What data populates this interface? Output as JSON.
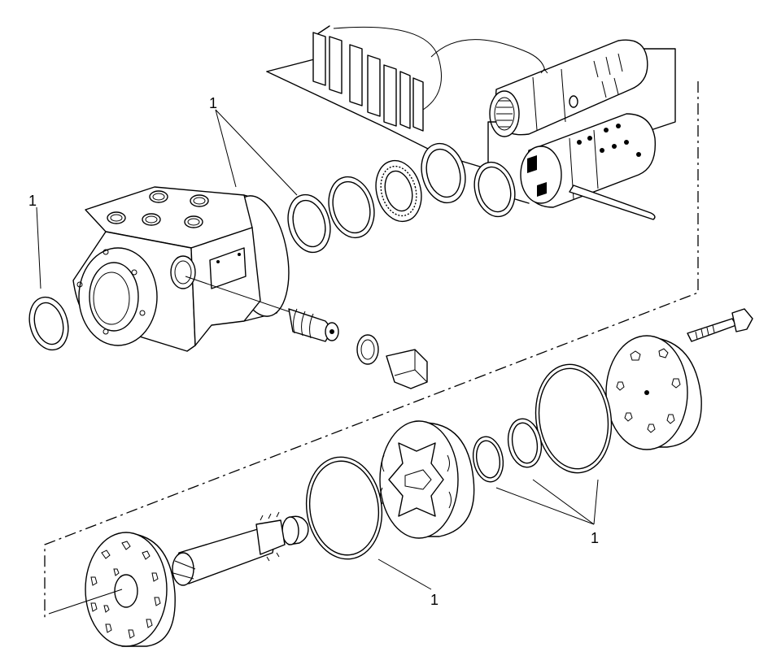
{
  "callouts": {
    "left_seal": "1",
    "upper_seals": "1",
    "right_seals": "1",
    "lower_ring": "1"
  },
  "colors": {
    "line": "#000000",
    "background": "#ffffff"
  }
}
